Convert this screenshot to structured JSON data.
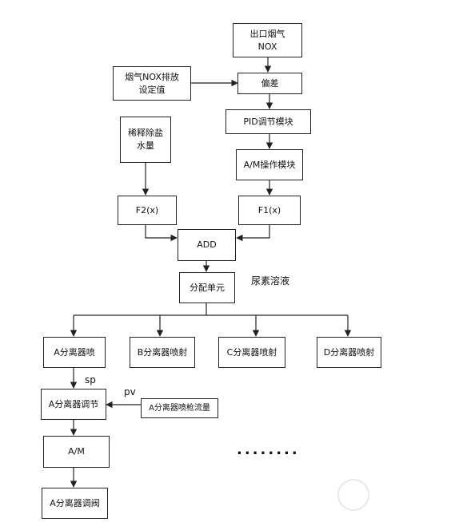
{
  "nodes": {
    "outlet": {
      "line1": "出口烟气",
      "line2": "NOX"
    },
    "setpoint": {
      "line1": "烟气NOX排放",
      "line2": "设定值"
    },
    "deviation": {
      "label": "偏差"
    },
    "pid": {
      "label": "PID调节模块"
    },
    "am_top": {
      "label": "A/M操作模块"
    },
    "dilution": {
      "line1": "稀释除盐",
      "line2": "水量"
    },
    "f2": {
      "label": "F2(x)"
    },
    "f1": {
      "label": "F1(x)"
    },
    "add": {
      "label": "ADD"
    },
    "dist": {
      "label": "分配单元"
    },
    "a_spray": {
      "label": "A分离器喷"
    },
    "b_spray": {
      "label": "B分离器喷射"
    },
    "c_spray": {
      "label": "C分离器喷射"
    },
    "d_spray": {
      "label": "D分离器喷射"
    },
    "a_reg": {
      "label": "A分离器调节"
    },
    "a_flow": {
      "label": "A分离器喷枪流量"
    },
    "am_bottom": {
      "label": "A/M"
    },
    "a_valve": {
      "label": "A分离器调阀"
    }
  },
  "labels": {
    "urea": "尿素溶液",
    "sp": "sp",
    "pv": "pv",
    "ellipsis": "........"
  }
}
